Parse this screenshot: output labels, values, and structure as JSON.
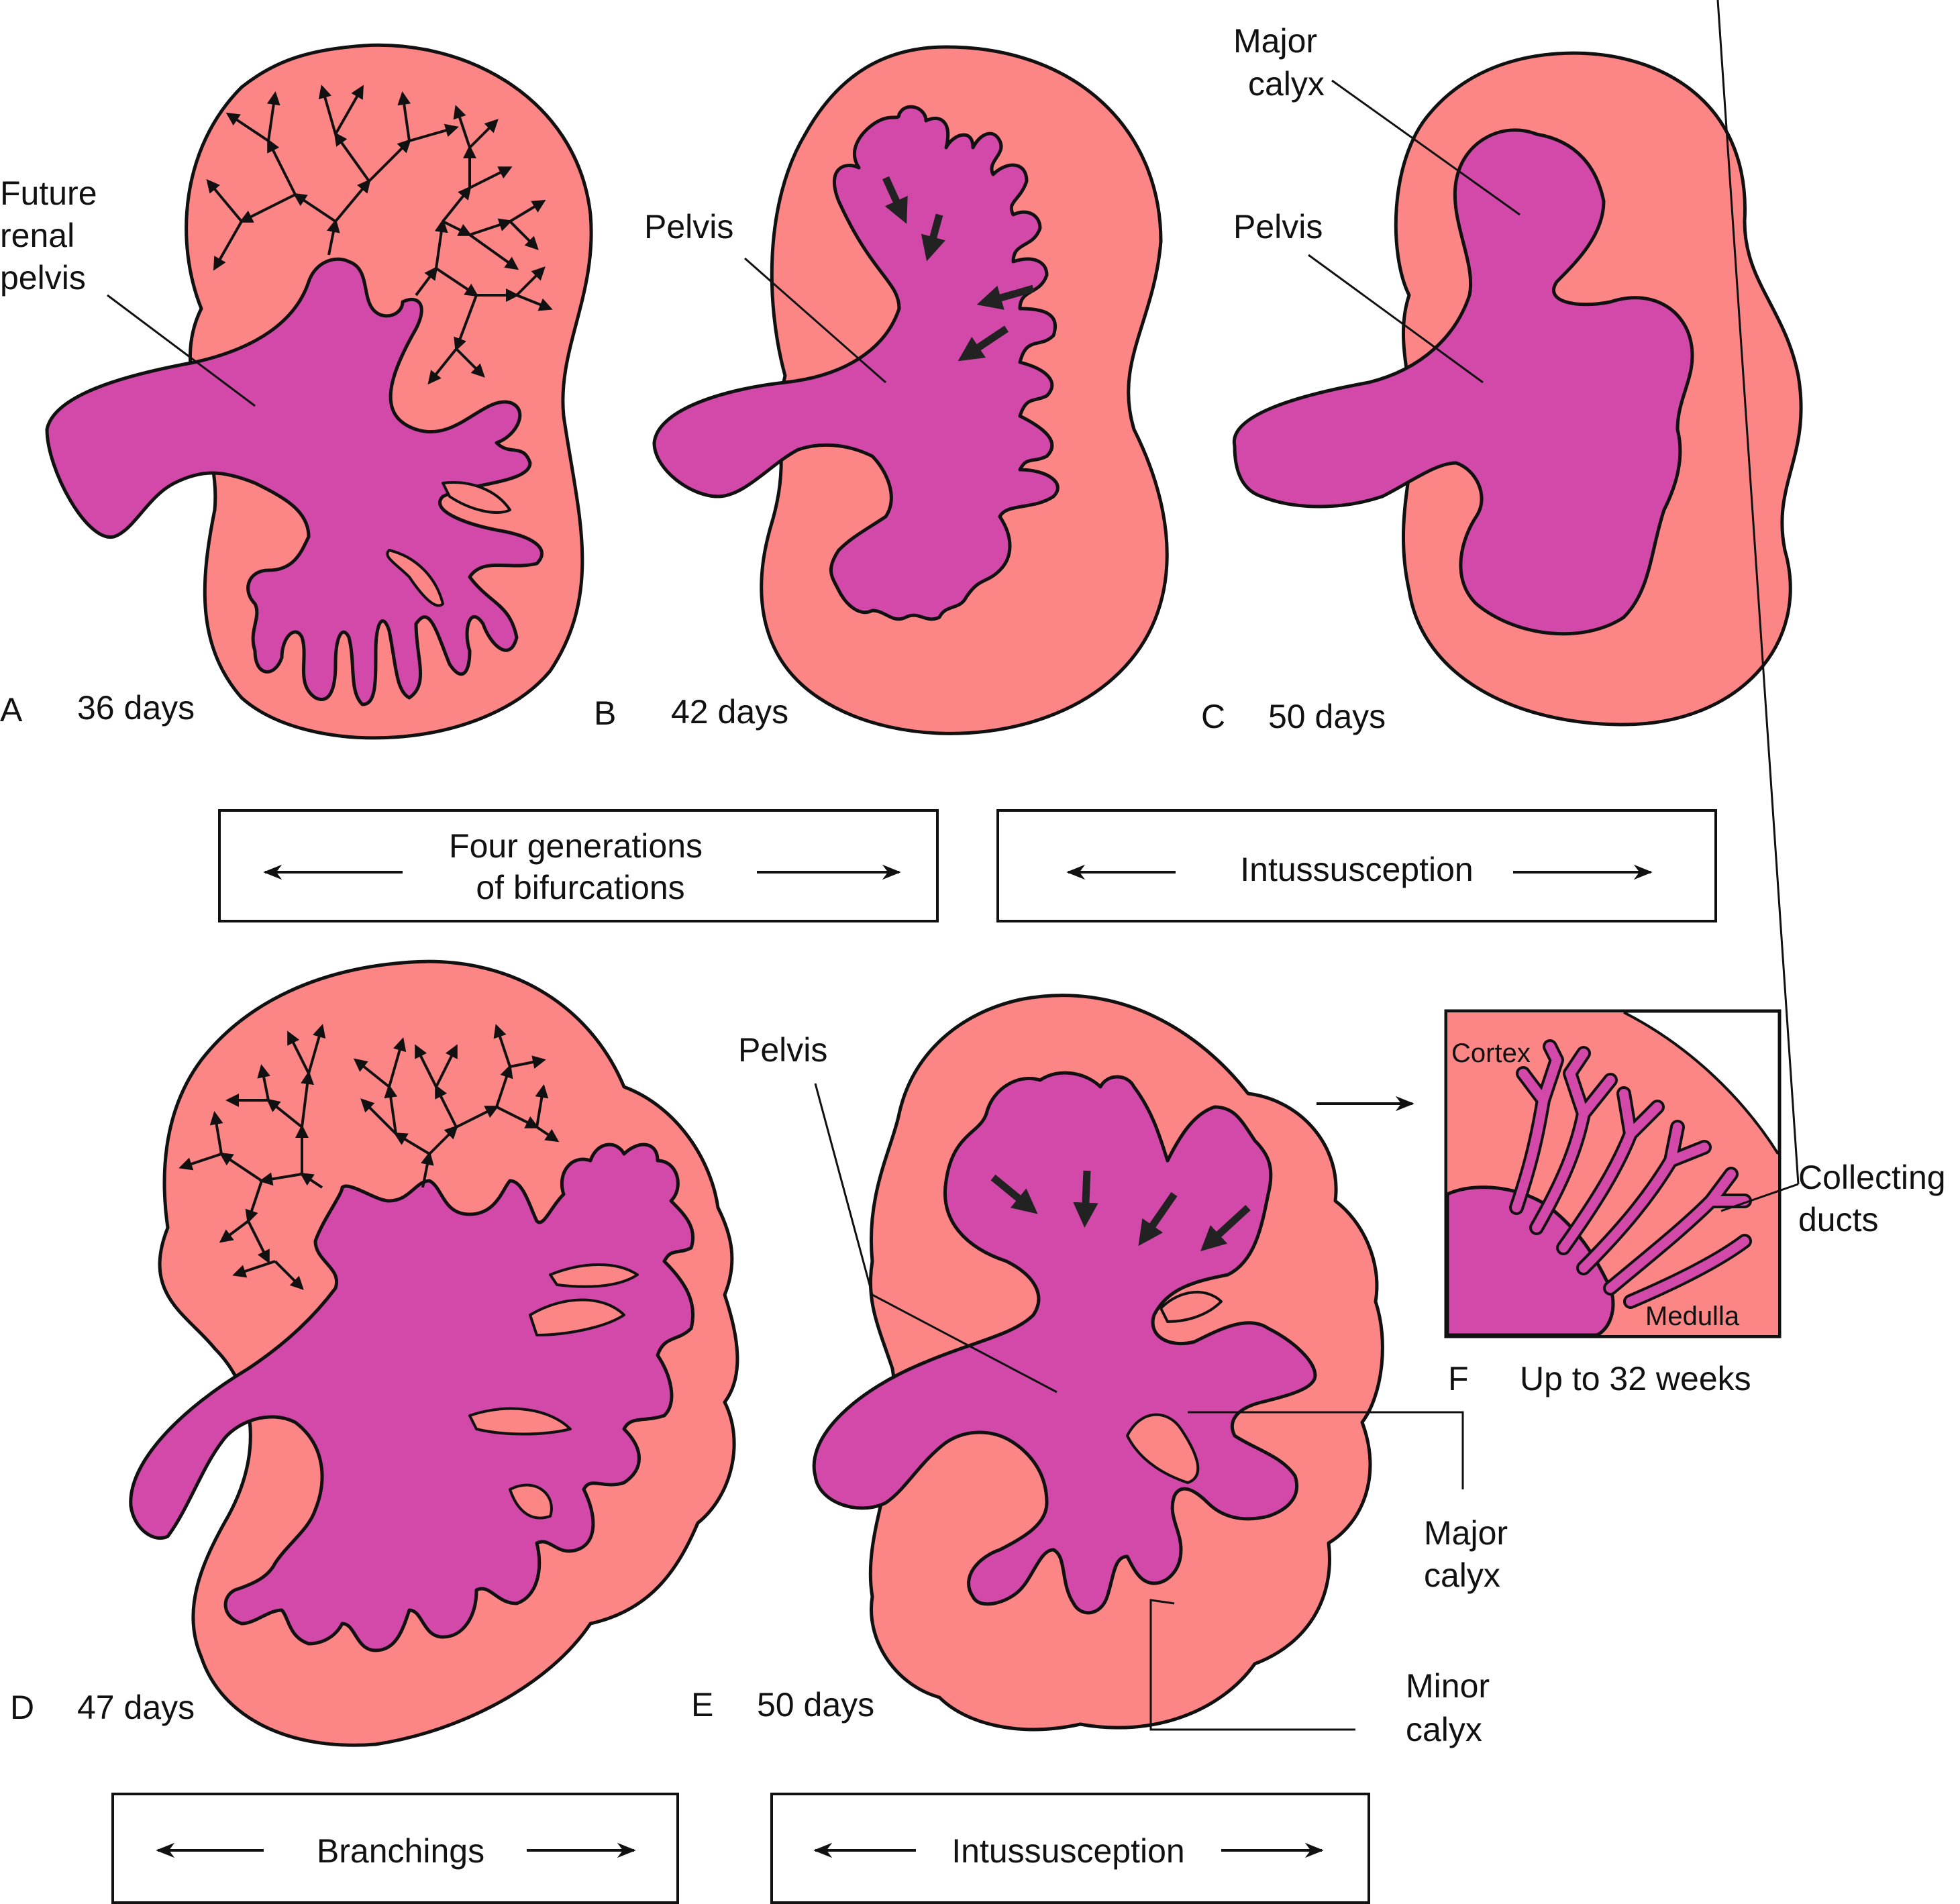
{
  "colors": {
    "parenchyma": "#FC8686",
    "collecting_system": "#D249A9",
    "outline": "#111111"
  },
  "panels": {
    "A": {
      "letter": "A",
      "age": "36 days",
      "label_lines": [
        "Future",
        "renal",
        "pelvis"
      ]
    },
    "B": {
      "letter": "B",
      "age": "42 days",
      "label": "Pelvis"
    },
    "C": {
      "letter": "C",
      "age": "50 days",
      "major_calyx_lines": [
        "Major",
        "calyx"
      ],
      "pelvis": "Pelvis"
    },
    "D": {
      "letter": "D",
      "age": "47 days"
    },
    "E": {
      "letter": "E",
      "age": "50 days",
      "pelvis": "Pelvis",
      "major_calyx_lines": [
        "Major",
        "calyx"
      ],
      "minor_calyx_lines": [
        "Minor",
        "calyx"
      ]
    },
    "F": {
      "letter": "F",
      "age": "Up to 32 weeks",
      "cortex": "Cortex",
      "medulla": "Medulla",
      "collecting_lines": [
        "Collecting",
        "ducts"
      ]
    }
  },
  "process_boxes": {
    "top_left_lines": [
      "Four generations",
      "of bifurcations"
    ],
    "top_right": "Intussusception",
    "bottom_left": "Branchings",
    "bottom_right": "Intussusception"
  }
}
